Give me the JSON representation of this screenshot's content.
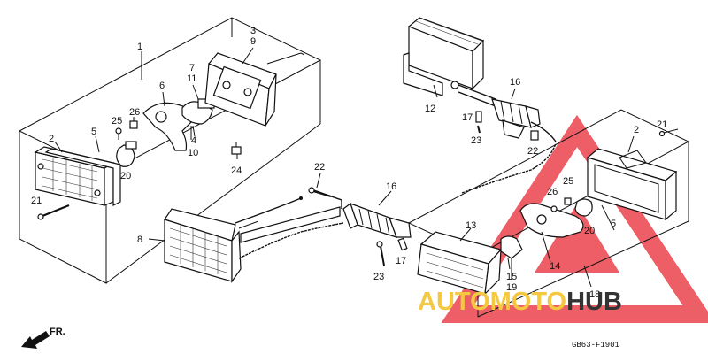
{
  "part_labels": {
    "p1": "1",
    "p2a": "2",
    "p2b": "2",
    "p3": "3",
    "p9": "9",
    "p5a": "5",
    "p5b": "5",
    "p6": "6",
    "p7": "7",
    "p11": "11",
    "p4": "4",
    "p10": "10",
    "p25a": "25",
    "p26a": "26",
    "p20a": "20",
    "p21a": "21",
    "p21b": "21",
    "p24": "24",
    "p22a": "22",
    "p22b": "22",
    "p8": "8",
    "p16a": "16",
    "p16b": "16",
    "p17a": "17",
    "p17b": "17",
    "p23a": "23",
    "p23b": "23",
    "p12": "12",
    "p13": "13",
    "p14": "14",
    "p15": "15",
    "p19": "19",
    "p18": "18",
    "p25b": "25",
    "p26b": "26",
    "p20b": "20"
  },
  "direction_label": "FR.",
  "diagram_code": "GB63-F1901",
  "watermark": {
    "part1": "AUTOMOTO",
    "part2": "HUB",
    "color1": "#f5c842",
    "color2": "#333333",
    "triangle_color": "#e8323c"
  }
}
